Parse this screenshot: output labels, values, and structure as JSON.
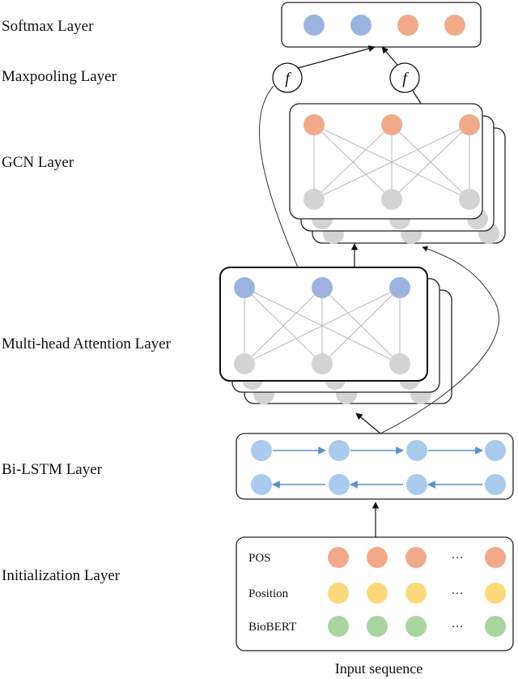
{
  "layers": {
    "softmax": "Softmax Layer",
    "maxpooling": "Maxpooling Layer",
    "gcn": "GCN Layer",
    "attention": "Multi-head Attention Layer",
    "bilstm": "Bi-LSTM Layer",
    "initialization": "Initialization Layer"
  },
  "pool_symbol": "f",
  "embedding_rows": [
    {
      "label": "POS",
      "color": "#f2a98a"
    },
    {
      "label": "Position",
      "color": "#fbd97a"
    },
    {
      "label": "BioBERT",
      "color": "#a9d4a0"
    }
  ],
  "ellipsis": "···",
  "caption": "Input sequence",
  "colors": {
    "blue_node": "#9cb3e0",
    "orange_node": "#f2a98a",
    "gray_node": "#d3d3d3",
    "lstm_node": "#a8cbee",
    "lstm_arrow": "#5b8fd1"
  }
}
